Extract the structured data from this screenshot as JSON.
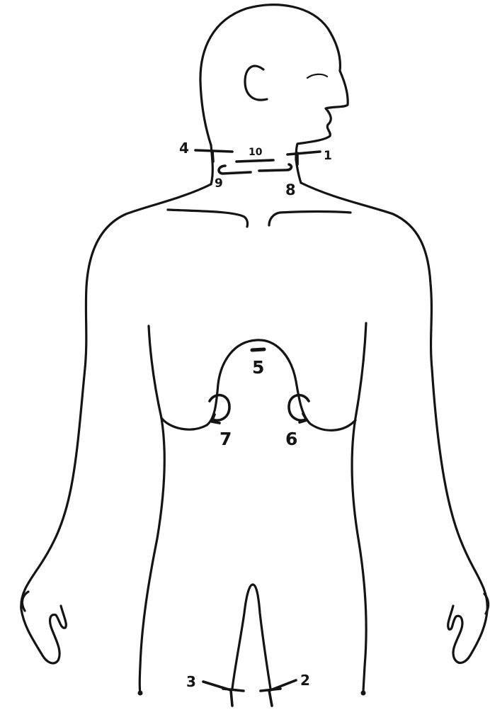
{
  "figure": {
    "labels": {
      "l1": "1",
      "l2": "2",
      "l3": "3",
      "l4": "4",
      "l5": "5",
      "l6": "6",
      "l7": "7",
      "l8": "8",
      "l9": "9",
      "l10": "10"
    }
  }
}
